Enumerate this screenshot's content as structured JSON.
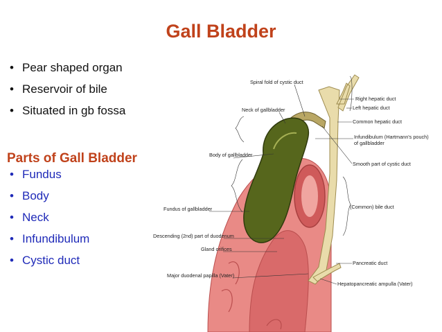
{
  "slide": {
    "title": "Gall Bladder",
    "bullets": [
      "Pear shaped organ",
      "Reservoir of bile",
      "Situated in gb fossa"
    ],
    "parts_heading": "Parts of Gall Bladder",
    "parts": [
      "Fundus",
      "Body",
      "Neck",
      "Infundibulum",
      "Cystic duct"
    ]
  },
  "diagram": {
    "labels": {
      "spiral_fold": "Spiral fold of cystic duct",
      "neck": "Neck of gallbladder",
      "body": "Body of gallbladder",
      "fundus": "Fundus of gallbladder",
      "descending": "Descending (2nd) part of duodenum",
      "gland_orifices": "Gland orifices",
      "papilla": "Major duodenal papilla (Vater)",
      "right_hepatic": "Right hepatic duct",
      "left_hepatic": "Left hepatic duct",
      "common_hepatic": "Common hepatic duct",
      "infundibulum_1": "Infundibulum (Hartmann's pouch)",
      "infundibulum_2": "of gallbladder",
      "smooth_part": "Smooth part of cystic duct",
      "bile_duct": "(Common) bile duct",
      "pancreatic": "Pancreatic duct",
      "ampulla": "Hepatopancreatic ampulla (Vater)"
    }
  },
  "colors": {
    "heading": "#c0421b",
    "parts_text": "#1f2ab8",
    "gallbladder": "#55661f",
    "duodenum": "#e07a7a",
    "duct": "#e7d9a4"
  }
}
